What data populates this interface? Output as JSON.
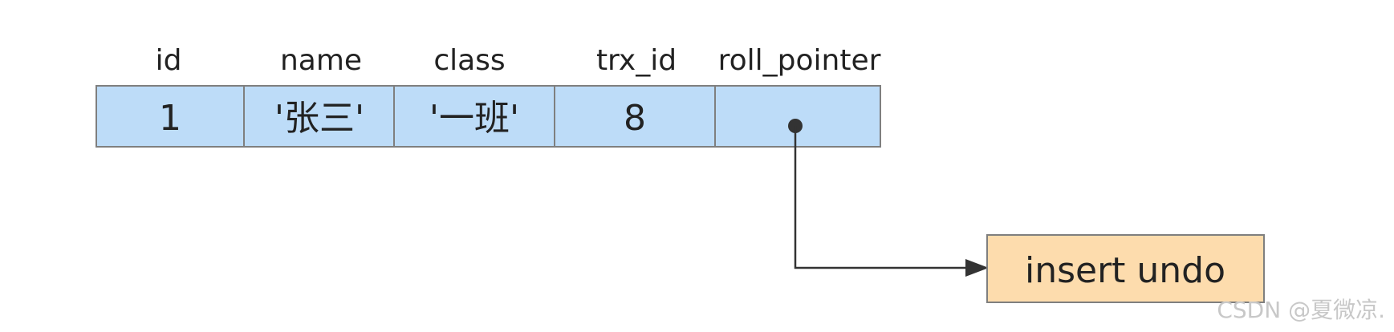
{
  "table": {
    "headers": [
      "id",
      "name",
      "class",
      "trx_id",
      "roll_pointer"
    ],
    "row": [
      "1",
      "'张三'",
      "'一班'",
      "8",
      ""
    ]
  },
  "undo_box": {
    "label": "insert undo"
  },
  "watermark": "CSDN @夏微凉.",
  "colors": {
    "cell_fill": "#bddcf8",
    "cell_border": "#7f7f7f",
    "undo_fill": "#fddcad",
    "undo_border": "#7f7f7f",
    "arrow": "#333333",
    "text": "#222222",
    "watermark": "#c8c8c8"
  }
}
